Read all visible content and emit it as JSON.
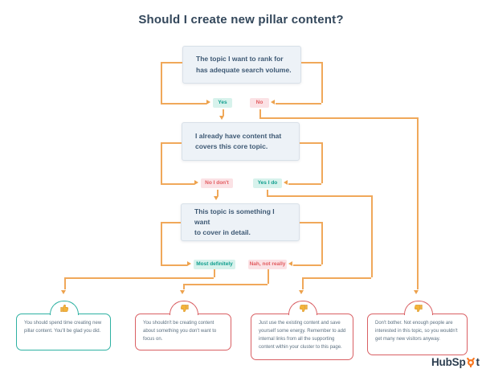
{
  "title": "Should I create new pillar content?",
  "flow": {
    "questions": {
      "q1": "The topic I want to rank for\nhas adequate search volume.",
      "q2": "I already have content that\ncovers this core topic.",
      "q3": "This topic is something I want\nto cover in detail."
    },
    "labels": {
      "yes": "Yes",
      "no": "No",
      "no_i_dont": "No I don't",
      "yes_i_do": "Yes I do",
      "most_definitely": "Most definitely",
      "nah_not_really": "Nah, not really"
    },
    "outcomes": [
      {
        "sentiment": "positive",
        "icon": "thumbs-up-icon",
        "text": "You should spend time creating new pillar content. You'll be glad you did."
      },
      {
        "sentiment": "negative",
        "icon": "thumbs-down-icon",
        "text": "You shouldn't be creating content about something you don't want to focus on."
      },
      {
        "sentiment": "negative",
        "icon": "thumbs-down-icon",
        "text": "Just use the existing content and save yourself some energy. Remember to add internal links from all the supporting content within your cluster to this page."
      },
      {
        "sentiment": "negative",
        "icon": "thumbs-down-icon",
        "text": "Don't bother. Not enough people are interested in this topic, so you wouldn't get many new visitors anyway."
      }
    ]
  },
  "branding": {
    "logo_prefix": "HubSp",
    "logo_suffix": "t"
  },
  "colors": {
    "connector_orange": "#f0a85a",
    "teal": "#2eb1a2",
    "red": "#d95f63",
    "pill_teal_bg": "#d7f2ec",
    "pill_teal_text": "#0f9e8d",
    "pill_pink_bg": "#fbe2e5",
    "pill_pink_text": "#e25c60",
    "navy": "#33475b",
    "box_fill": "#edf2f7",
    "thumb_gold": "#f3b33a",
    "logo_orange": "#f8761f"
  }
}
